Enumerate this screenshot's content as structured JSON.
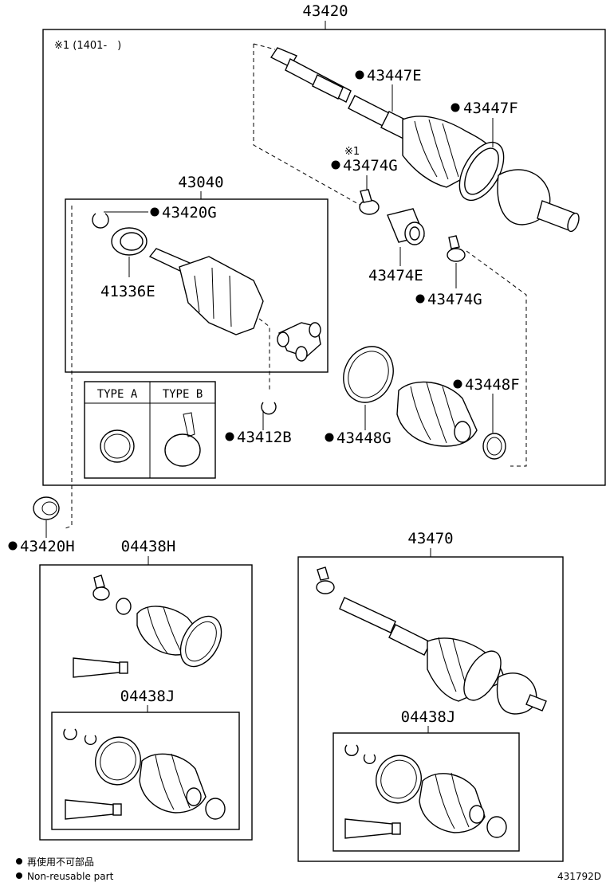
{
  "diagram": {
    "main_assembly": "43420",
    "note": "※1 (1401-　)",
    "mark_1": "※1",
    "inner_assembly": "43040",
    "type_a": "TYPE A",
    "type_b": "TYPE B",
    "parts": {
      "p43447E": "43447E",
      "p43447F": "43447F",
      "p43474G_upper": "43474G",
      "p43420G": "43420G",
      "p41336E": "41336E",
      "p43474E": "43474E",
      "p43474G_lower": "43474G",
      "p43448F": "43448F",
      "p43412B": "43412B",
      "p43448G": "43448G",
      "p43420H": "43420H",
      "p04438H": "04438H",
      "p04438J_left": "04438J",
      "p43470": "43470",
      "p04438J_right": "04438J"
    },
    "legend": {
      "line1": "再使用不可部品",
      "line2": "Non-reusable part"
    },
    "figure_id": "431792D"
  }
}
